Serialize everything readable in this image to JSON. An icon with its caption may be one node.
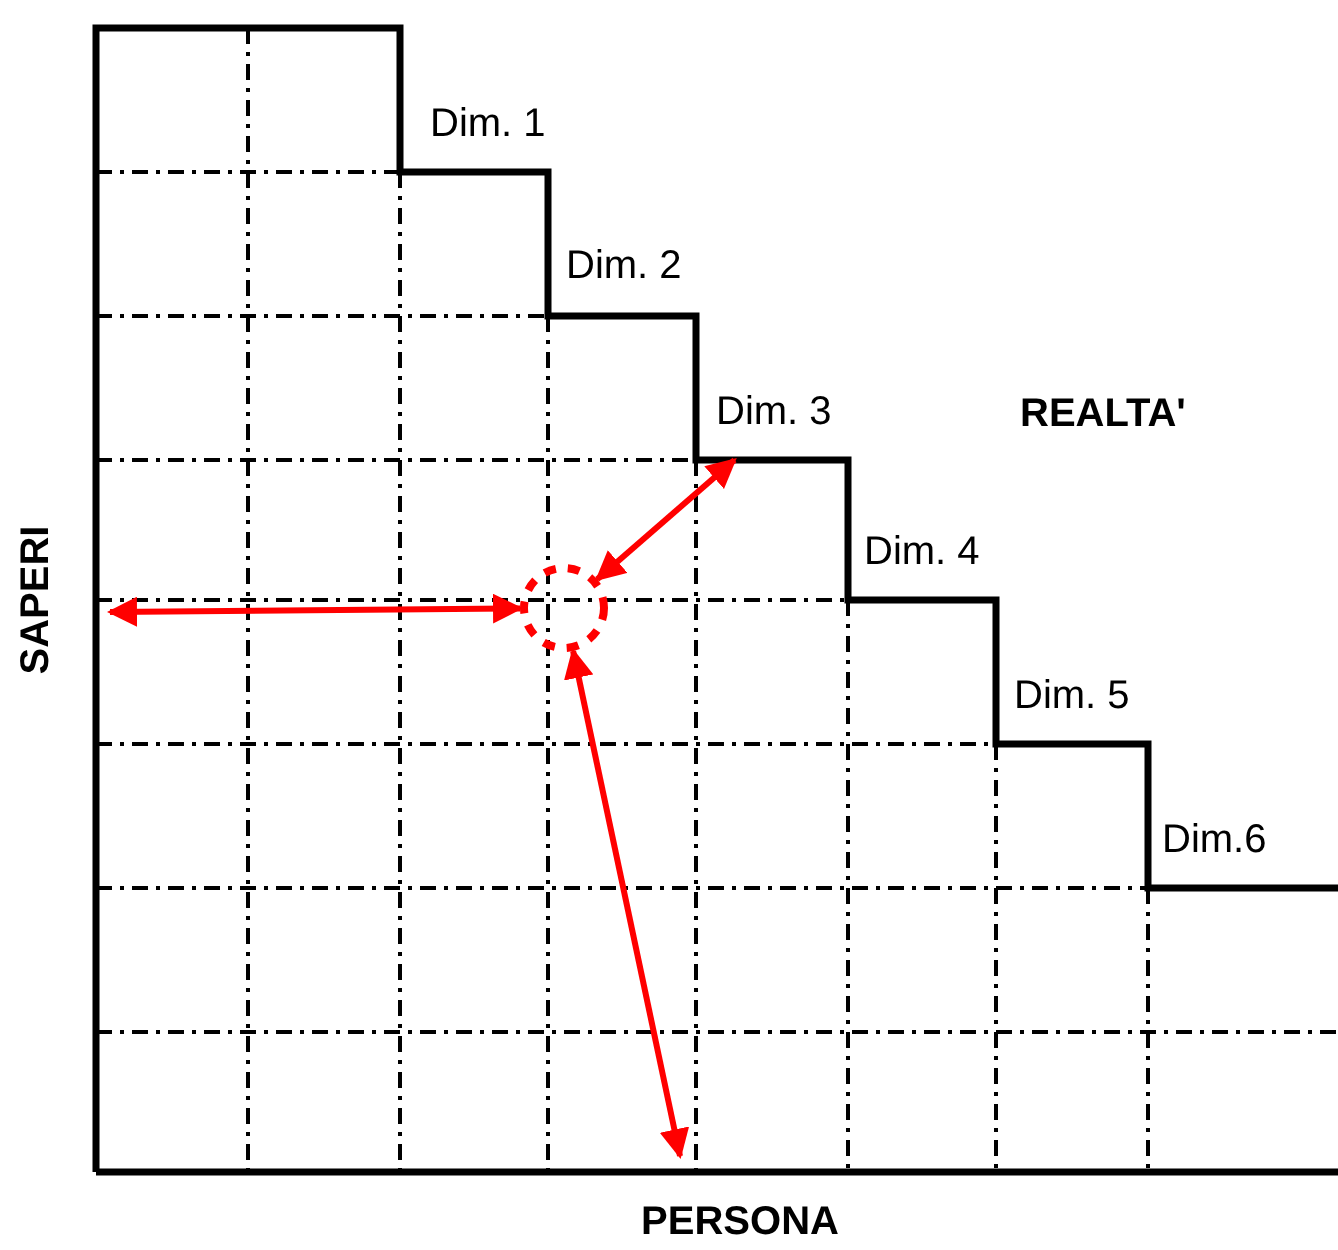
{
  "diagram": {
    "nodes": [
      {
        "text": [
          "Dim. 3"
        ]
      },
      {
        "text": [],
        "shape": "circle"
      }
    ],
    "edges": [
      {
        "from": null,
        "to": 1,
        "arrow": "both"
      },
      {
        "from": 1,
        "to": 0,
        "arrow": "both"
      },
      {
        "from": null,
        "to": 1,
        "arrow": "both"
      }
    ],
    "labels": [
      "Dim. 1",
      "Dim. 2",
      "REALTA'",
      "Dim. 4",
      "Dim. 5",
      "Dim.6",
      "SAPERI",
      "PERSONA"
    ]
  }
}
